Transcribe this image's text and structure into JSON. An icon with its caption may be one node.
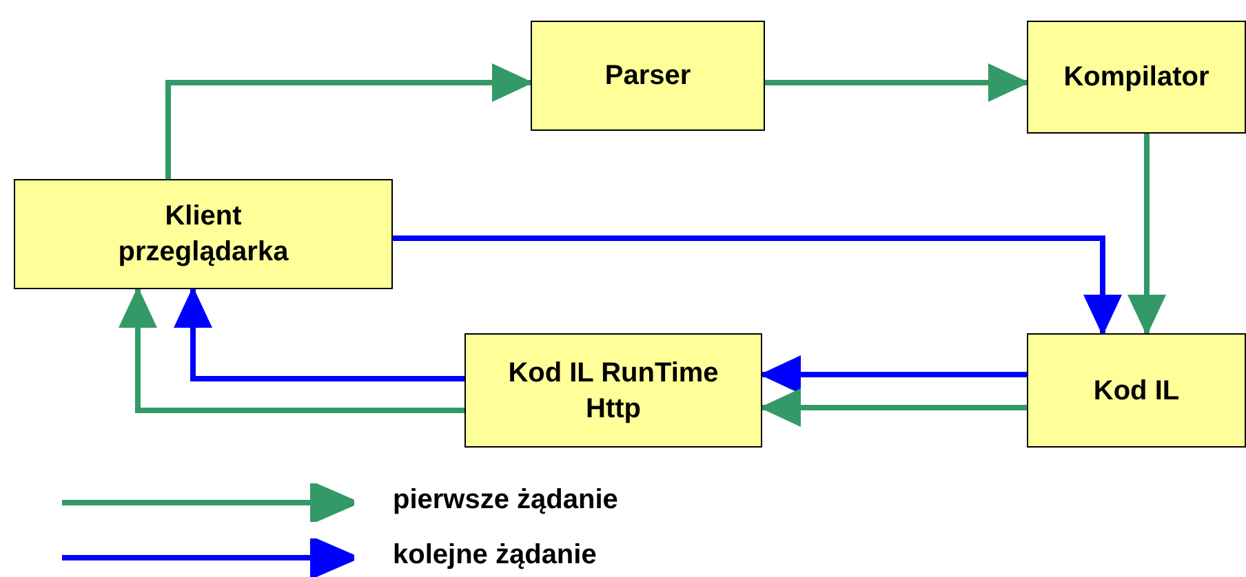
{
  "diagram": {
    "nodes": [
      {
        "text": [
          "Klient przeglądarka"
        ]
      },
      {
        "text": [
          "Parser"
        ]
      },
      {
        "text": [
          "Kompilator"
        ]
      },
      {
        "text": [
          "Kod IL"
        ]
      },
      {
        "text": [
          "Kod IL RunTime Http"
        ]
      }
    ],
    "edges": [
      {
        "from": 0,
        "to": 1,
        "arrow": "to",
        "color": "#339966"
      },
      {
        "from": 1,
        "to": 2,
        "arrow": "to",
        "color": "#339966"
      },
      {
        "from": 2,
        "to": 3,
        "arrow": "to",
        "color": "#339966"
      },
      {
        "from": 0,
        "to": 3,
        "arrow": "to",
        "color": "#0000ff"
      },
      {
        "from": 3,
        "to": 4,
        "arrow": "to",
        "color": "#0000ff"
      },
      {
        "from": 3,
        "to": 4,
        "arrow": "to",
        "color": "#339966"
      },
      {
        "from": 4,
        "to": 0,
        "arrow": "to",
        "color": "#0000ff"
      },
      {
        "from": 4,
        "to": 0,
        "arrow": "to",
        "color": "#339966"
      }
    ],
    "legend": [
      {
        "text": "pierwsze żądanie",
        "color": "#339966"
      },
      {
        "text": "kolejne żądanie",
        "color": "#0000ff"
      }
    ]
  }
}
